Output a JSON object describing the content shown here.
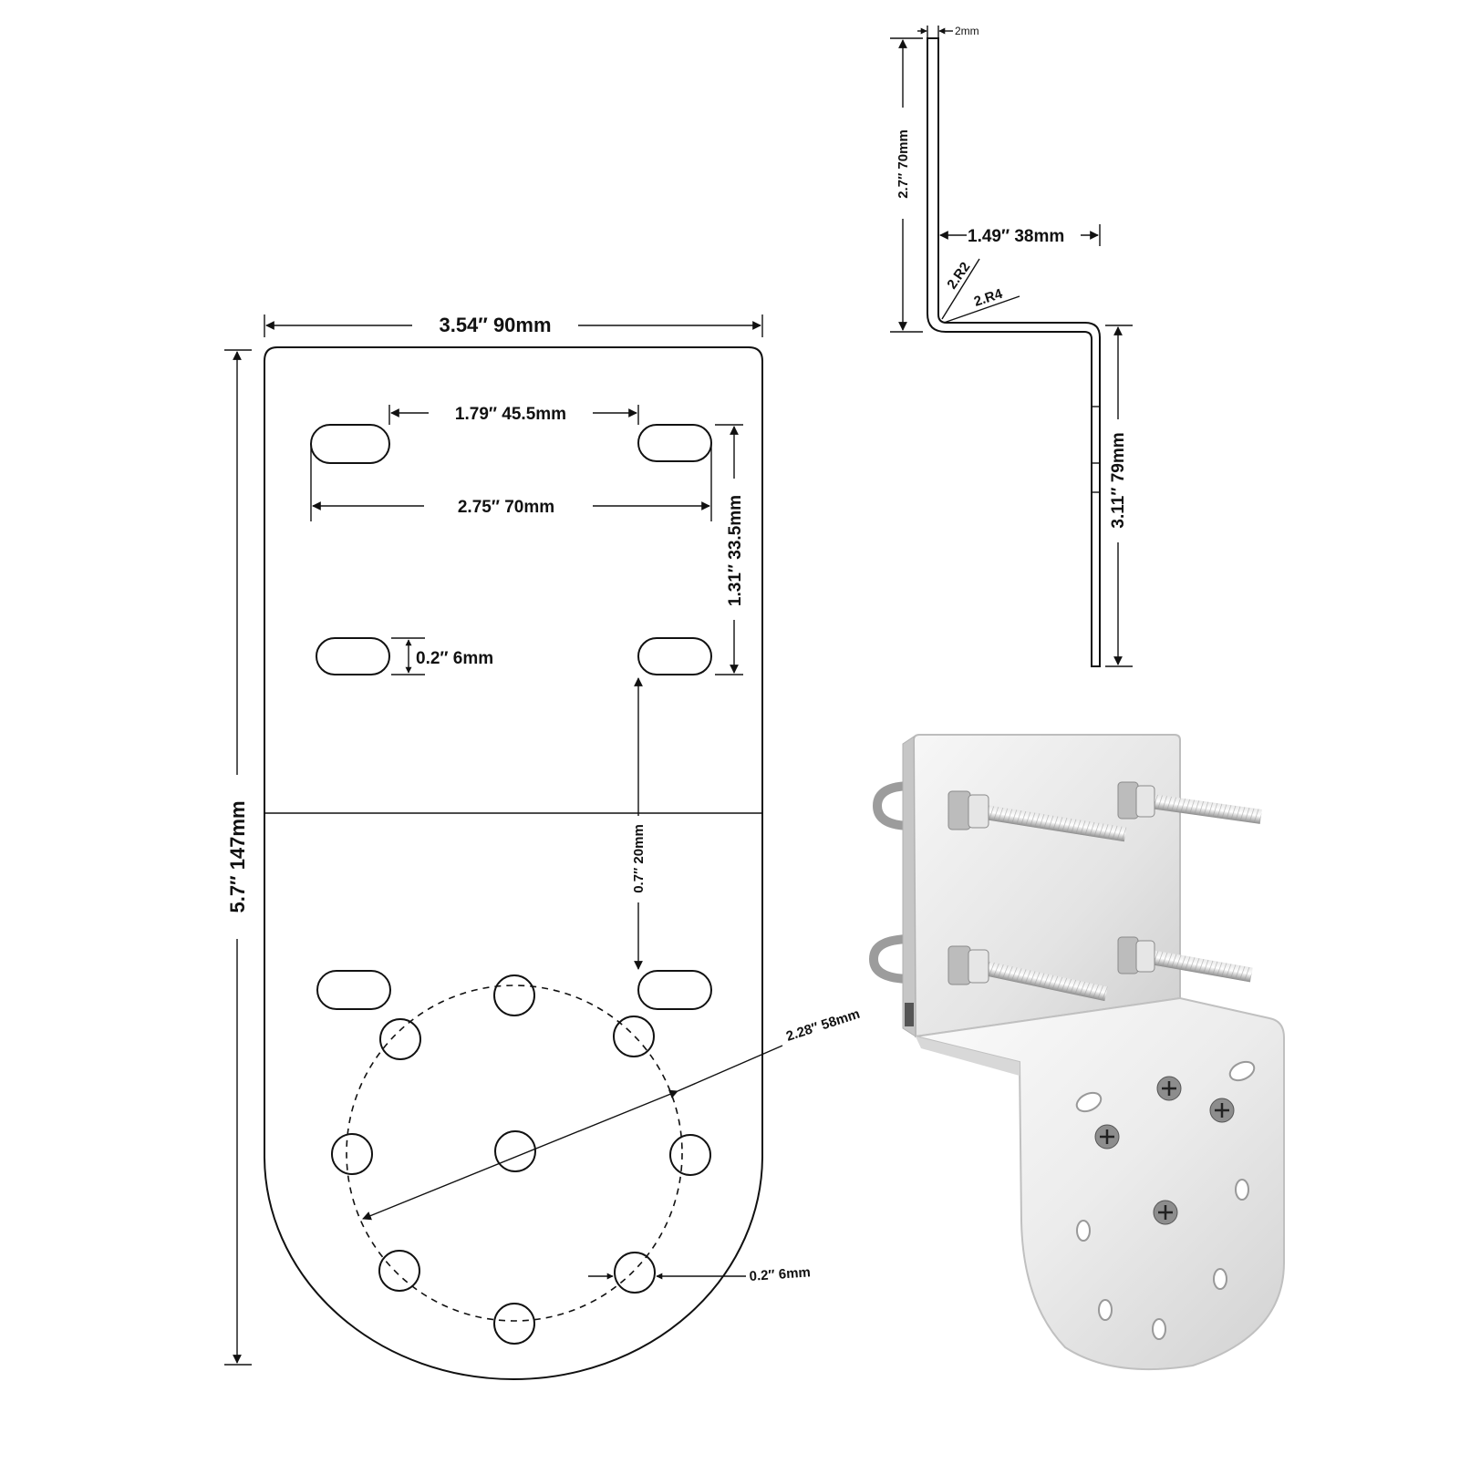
{
  "colors": {
    "line": "#111111",
    "background": "#ffffff",
    "steel_light": "#f2f2f2",
    "steel_mid": "#d6d6d6",
    "steel_dark": "#a9a9a9"
  },
  "front_view": {
    "width_label": "3.54″  90mm",
    "height_label": "5.7″  147mm",
    "slot_spacing_inner_label": "1.79″  45.5mm",
    "slot_spacing_outer_label": "2.75″  70mm",
    "slot_vertical_label": "1.31″  33.5mm",
    "slot_height_label": "0.2″  6mm",
    "slot_gap_label": "0.7″  20mm",
    "bolt_circle_label": "2.28″  58mm",
    "hole_diameter_label": "0.2″  6mm"
  },
  "side_view": {
    "thickness_label": "2mm",
    "upper_height_label": "2.7″  70mm",
    "offset_label": "1.49″  38mm",
    "radius_inner_label": "2.R2",
    "radius_outer_label": "2.R4",
    "lower_height_label": "3.11″  79mm"
  },
  "photo": {
    "icons": [
      "bracket-photo",
      "u-bolt-icon",
      "nut-icon",
      "screw-icon"
    ]
  }
}
